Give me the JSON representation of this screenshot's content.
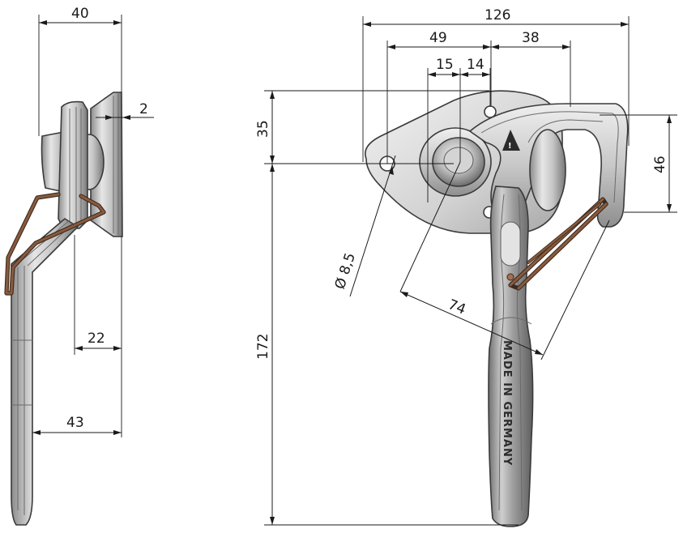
{
  "dimensions": {
    "side_width_top": "40",
    "side_thickness": "2",
    "side_offset_22": "22",
    "side_offset_43": "43",
    "front_total_width": "126",
    "front_width_49": "49",
    "front_width_38": "38",
    "front_width_15": "15",
    "front_width_14": "14",
    "front_height_35": "35",
    "front_height_46": "46",
    "front_height_172": "172",
    "hole_diameter": "Ø 8,5",
    "radius_74": "74"
  },
  "handle_inscription": "MADE IN GERMANY",
  "colors": {
    "metal_light": "#d8d8d8",
    "metal_mid": "#a9a9a9",
    "metal_dark": "#555555",
    "rod_copper": "#a8704d",
    "line": "#1a1a1a"
  }
}
